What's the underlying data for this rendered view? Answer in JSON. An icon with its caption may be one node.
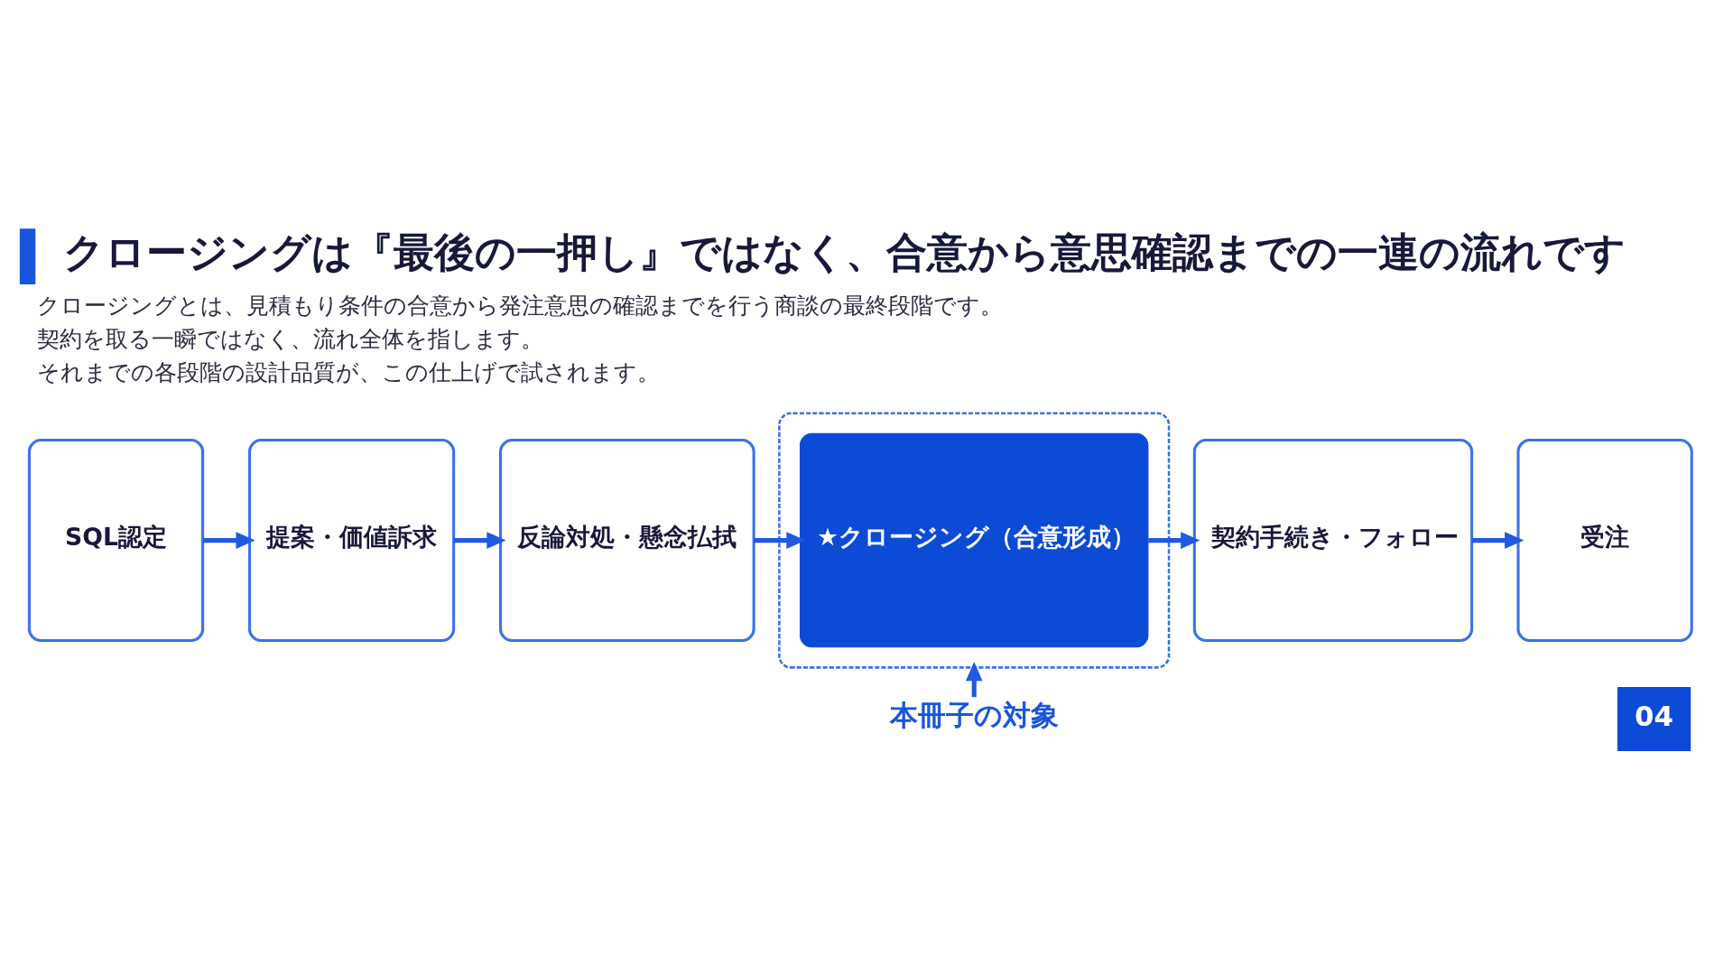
{
  "diagram": {
    "title": "クロージングは『最後の一押し』ではなく、合意から意思確認までの一連の流れです",
    "nodes": [
      {
        "text": [
          "SQL認定"
        ]
      },
      {
        "text": [
          "提案・価値訴求"
        ]
      },
      {
        "text": [
          "反論対処・懸念払拭"
        ]
      },
      {
        "text": [],
        "shape": "box"
      },
      {
        "text": [
          "★クロージング（合意形成）"
        ],
        "in": 3
      },
      {
        "text": [
          "契約手続き・フォロー"
        ]
      },
      {
        "text": [
          "受注"
        ]
      },
      {
        "text": [
          "本冊子の対象"
        ]
      }
    ],
    "edges": [
      {
        "from": 0,
        "to": 1,
        "arrow": "to"
      },
      {
        "from": 1,
        "to": 2,
        "arrow": "to"
      },
      {
        "from": 2,
        "to": 4,
        "arrow": "to"
      },
      {
        "from": 4,
        "to": 5,
        "arrow": "to"
      },
      {
        "from": 5,
        "to": 6,
        "arrow": "to"
      },
      {
        "from": 7,
        "to": 3,
        "arrow": "to"
      }
    ],
    "labels": [
      "クロージングとは、見積もり条件の合意から発注意思の確認までを行う商談の最終段階です。",
      "契約を取る一瞬ではなく、流れ全体を指します。",
      "それまでの各段階の設計品質が、この仕上げで試されます。",
      "04"
    ]
  }
}
